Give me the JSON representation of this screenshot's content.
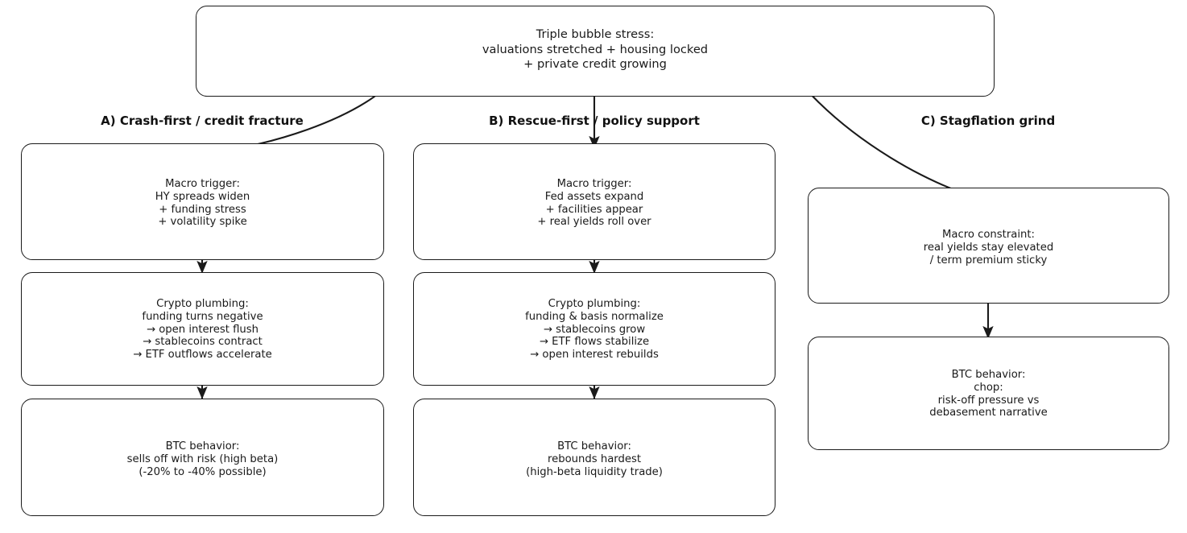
{
  "diagram": {
    "title_node": {
      "id": "triple-bubble-stress",
      "text": "Triple bubble stress:\nvaluations stretched + housing locked\n+ private credit growing"
    },
    "columns": [
      {
        "id": "A",
        "header": "A) Crash-first / credit fracture",
        "nodes": [
          {
            "id": "a1-macro-trigger",
            "text": "Macro trigger:\nHY spreads widen\n+ funding stress\n+ volatility spike"
          },
          {
            "id": "a2-crypto-plumbing",
            "text": "Crypto plumbing:\nfunding turns negative\n→ open interest flush\n→ stablecoins contract\n→ ETF outflows accelerate"
          },
          {
            "id": "a3-btc-behavior",
            "text": "BTC behavior:\nsells off with risk (high beta)\n(-20% to -40% possible)"
          }
        ]
      },
      {
        "id": "B",
        "header": "B) Rescue-first / policy support",
        "nodes": [
          {
            "id": "b1-macro-trigger",
            "text": "Macro trigger:\nFed assets expand\n+ facilities appear\n+ real yields roll over"
          },
          {
            "id": "b2-crypto-plumbing",
            "text": "Crypto plumbing:\nfunding & basis normalize\n→ stablecoins grow\n→ ETF flows stabilize\n→ open interest rebuilds"
          },
          {
            "id": "b3-btc-behavior",
            "text": "BTC behavior:\nrebounds hardest\n(high-beta liquidity trade)"
          }
        ]
      },
      {
        "id": "C",
        "header": "C) Stagflation grind",
        "nodes": [
          {
            "id": "c1-macro-constraint",
            "text": "Macro constraint:\nreal yields stay elevated\n/ term premium sticky"
          },
          {
            "id": "c2-btc-behavior",
            "text": "BTC behavior:\nchop:\nrisk-off pressure vs\ndebasement narrative"
          }
        ]
      }
    ],
    "colors": {
      "stroke": "#1a1a1a",
      "background": "#ffffff",
      "text": "#1a1a1a"
    }
  }
}
